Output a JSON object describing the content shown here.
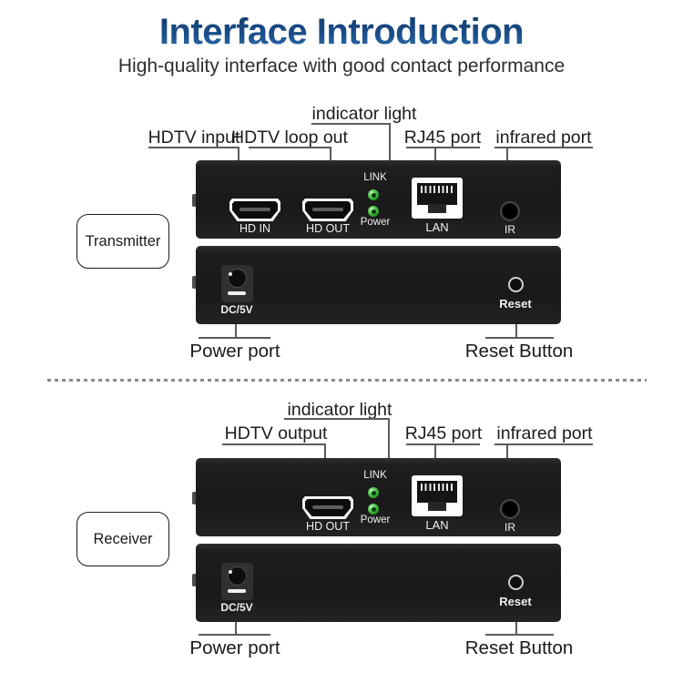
{
  "header": {
    "title": "Interface Introduction",
    "subtitle": "High-quality interface with good contact performance"
  },
  "transmitter": {
    "box_label": "Transmitter",
    "callouts": {
      "indicator_light": "indicator light",
      "hdtv_input": "HDTV input",
      "hdtv_loop_out": "HDTV loop out",
      "rj45_port": "RJ45 port",
      "infrared_port": "infrared port",
      "power_port": "Power port",
      "reset_button": "Reset Button"
    },
    "front_panel": {
      "hd_in": "HD IN",
      "hd_out": "HD OUT",
      "link": "LINK",
      "power": "Power",
      "lan": "LAN",
      "ir": "IR"
    },
    "rear_panel": {
      "dc": "DC/5V",
      "reset": "Reset"
    }
  },
  "receiver": {
    "box_label": "Receiver",
    "callouts": {
      "indicator_light": "indicator light",
      "hdtv_output": "HDTV output",
      "rj45_port": "RJ45 port",
      "infrared_port": "infrared port",
      "power_port": "Power port",
      "reset_button": "Reset Button"
    },
    "front_panel": {
      "hd_out": "HD OUT",
      "link": "LINK",
      "power": "Power",
      "lan": "LAN",
      "ir": "IR"
    },
    "rear_panel": {
      "dc": "DC/5V",
      "reset": "Reset"
    }
  },
  "colors": {
    "title_blue_top": "#10386b",
    "title_blue_bottom": "#3273b1",
    "panel_black": "#1a1a1a",
    "led_green": "#3cb83c"
  }
}
